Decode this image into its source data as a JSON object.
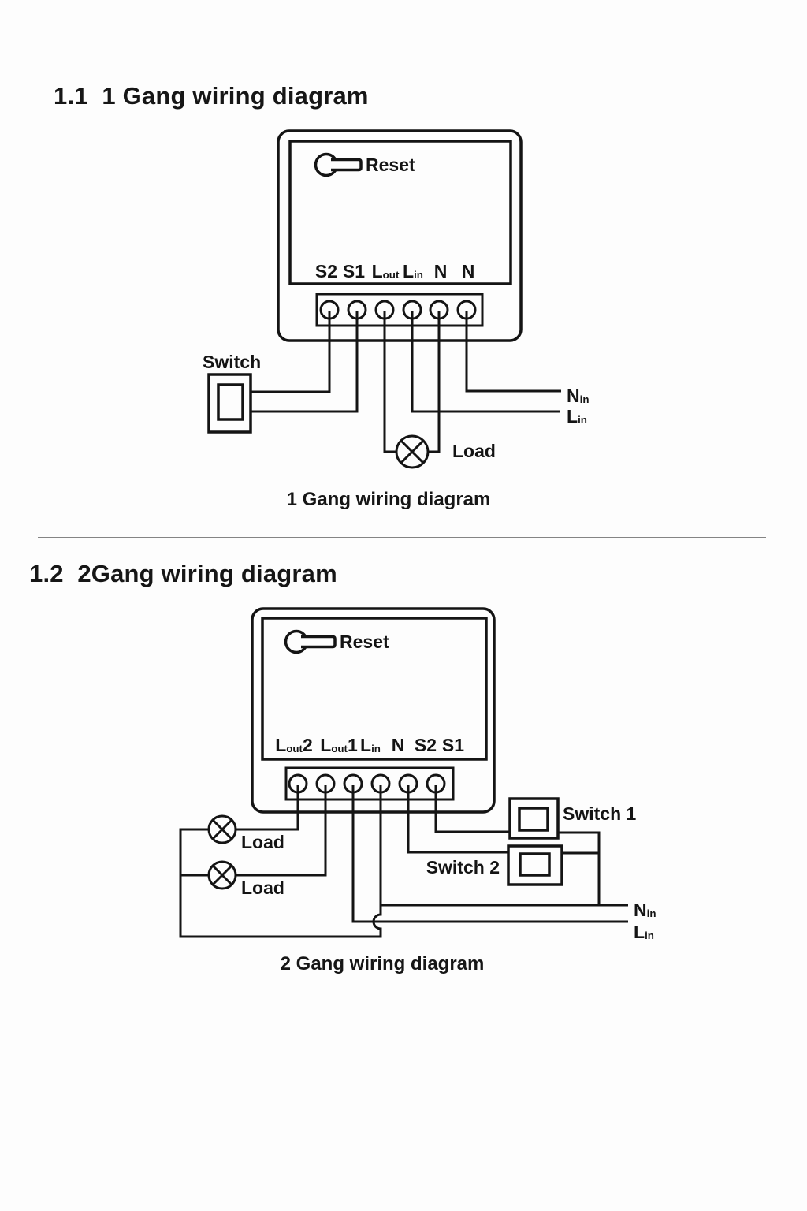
{
  "colors": {
    "line": "#141414",
    "text": "#111111",
    "divider": "#848484",
    "background": "#fdfdfd"
  },
  "section1": {
    "heading": "1.1  1 Gang wiring diagram",
    "reset_label": "Reset",
    "terminals": [
      {
        "main": "S2",
        "sub": "",
        "tail": ""
      },
      {
        "main": "S1",
        "sub": "",
        "tail": ""
      },
      {
        "main": "L",
        "sub": "out",
        "tail": ""
      },
      {
        "main": "L",
        "sub": "in",
        "tail": ""
      },
      {
        "main": "N",
        "sub": "",
        "tail": ""
      },
      {
        "main": "N",
        "sub": "",
        "tail": ""
      }
    ],
    "switch_label": "Switch",
    "load_label": "Load",
    "n_in": {
      "main": "N",
      "sub": "in"
    },
    "l_in": {
      "main": "L",
      "sub": "in"
    },
    "caption": "1 Gang wiring diagram"
  },
  "section2": {
    "heading": "1.2  2Gang wiring diagram",
    "reset_label": "Reset",
    "terminals": [
      {
        "main": "L",
        "sub": "out",
        "tail": "2"
      },
      {
        "main": "L",
        "sub": "out",
        "tail": "1"
      },
      {
        "main": "L",
        "sub": "in",
        "tail": ""
      },
      {
        "main": "N",
        "sub": "",
        "tail": ""
      },
      {
        "main": "S2",
        "sub": "",
        "tail": ""
      },
      {
        "main": "S1",
        "sub": "",
        "tail": ""
      }
    ],
    "switch1_label": "Switch 1",
    "switch2_label": "Switch 2",
    "load_labels": [
      "Load",
      "Load"
    ],
    "n_in": {
      "main": "N",
      "sub": "in"
    },
    "l_in": {
      "main": "L",
      "sub": "in"
    },
    "caption": "2 Gang wiring diagram"
  }
}
